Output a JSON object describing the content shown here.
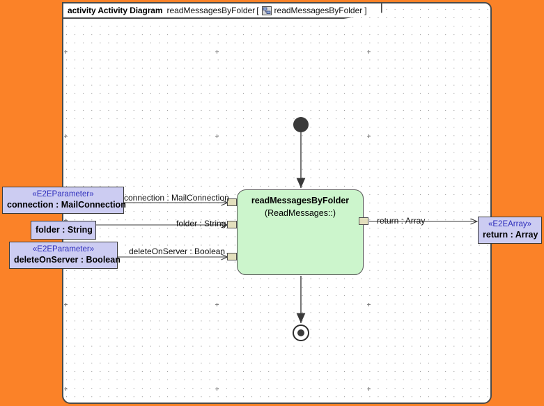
{
  "canvas": {
    "background_color": "#FB8228",
    "frame_background": "#FFFFFF",
    "frame_border_color": "#4A4A4A",
    "grid": "dotted"
  },
  "frame": {
    "kind_label": "activity Activity Diagram",
    "name": "readMessagesByFolder",
    "bracket_open": "[",
    "bracket_close": "]",
    "icon": "activity-diagram-icon",
    "parameter_name": "readMessagesByFolder"
  },
  "nodes": {
    "initial": {
      "name": "initial-node",
      "shape": "filled-circle",
      "color": "#3A3A3A"
    },
    "final": {
      "name": "activity-final-node",
      "shape": "ringed-filled-circle",
      "color": "#3A3A3A"
    },
    "action": {
      "name": "readMessagesByFolder",
      "qualifier": "(ReadMessages::)",
      "fill_color": "#CCF5CC",
      "border_color": "#555555"
    }
  },
  "pins": [
    {
      "id": "pin-connection",
      "label": "connection : MailConnection",
      "kind": "input",
      "fill": "#E3DFBD"
    },
    {
      "id": "pin-folder",
      "label": "folder : String",
      "kind": "input",
      "fill": "#E3DFBD"
    },
    {
      "id": "pin-delete",
      "label": "deleteOnServer : Boolean",
      "kind": "input",
      "fill": "#E3DFBD"
    },
    {
      "id": "pin-return",
      "label": "return : Array",
      "kind": "output",
      "fill": "#E3DFBD"
    }
  ],
  "parameters": [
    {
      "id": "param-connection",
      "stereotype": "«E2EParameter»",
      "label": "connection : MailConnection",
      "fill": "#CCCCF2",
      "stereotype_color": "#2D2DBB"
    },
    {
      "id": "param-folder",
      "stereotype": "",
      "label": "folder : String",
      "fill": "#CCCCF2",
      "stereotype_color": "#2D2DBB"
    },
    {
      "id": "param-delete",
      "stereotype": "«E2EParameter»",
      "label": "deleteOnServer : Boolean",
      "fill": "#CCCCF2",
      "stereotype_color": "#2D2DBB"
    },
    {
      "id": "param-return",
      "stereotype": "«E2EArray»",
      "label": "return : Array",
      "fill": "#CCCCF2",
      "stereotype_color": "#2D2DBB"
    }
  ],
  "edge_labels": {
    "connection": "connection : MailConnection",
    "folder": "folder : String",
    "delete_on_server": "deleteOnServer : Boolean",
    "return": "return : Array"
  }
}
